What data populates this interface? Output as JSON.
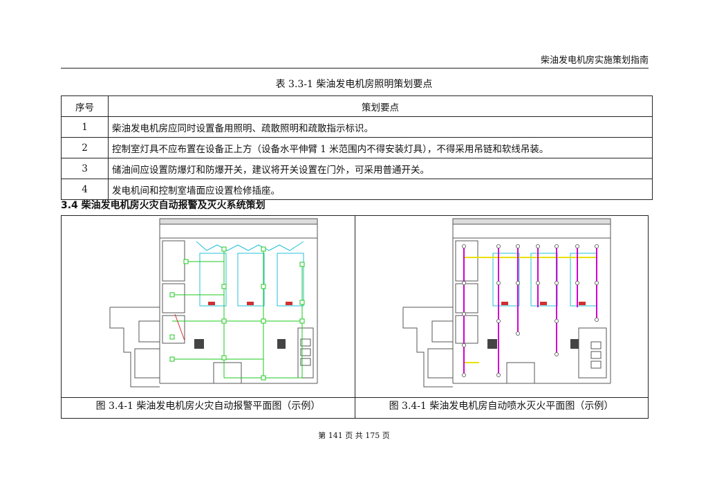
{
  "header": {
    "doc_title": "柴油发电机房实施策划指南"
  },
  "table": {
    "caption": "表 3.3-1 柴油发电机房照明策划要点",
    "col_no": "序号",
    "col_point": "策划要点",
    "rows": [
      {
        "no": "1",
        "text": "柴油发电机房应同时设置备用照明、疏散照明和疏散指示标识。"
      },
      {
        "no": "2",
        "text": "控制室灯具不应布置在设备正上方（设备水平伸臂 1 米范围内不得安装灯具），不得采用吊链和软线吊装。"
      },
      {
        "no": "3",
        "text": "储油间应设置防爆灯和防爆开关，建议将开关设置在门外，可采用普通开关。"
      },
      {
        "no": "4",
        "text": "发电机间和控制室墙面应设置检修插座。"
      }
    ]
  },
  "section": {
    "title": "3.4 柴油发电机房火灾自动报警及灭火系统策划"
  },
  "figures": {
    "left_caption": "图 3.4-1 柴油发电机房火灾自动报警平面图（示例）",
    "right_caption": "图 3.4-1 柴油发电机房自动喷水灭火平面图（示例）",
    "colors": {
      "alarm": "#1ec81e",
      "sprinkler": "#d000d0",
      "pipe": "#e8e000",
      "cyan": "#22c0d8",
      "wall": "#555555"
    }
  },
  "footer": {
    "page": "第 141 页 共 175 页"
  }
}
